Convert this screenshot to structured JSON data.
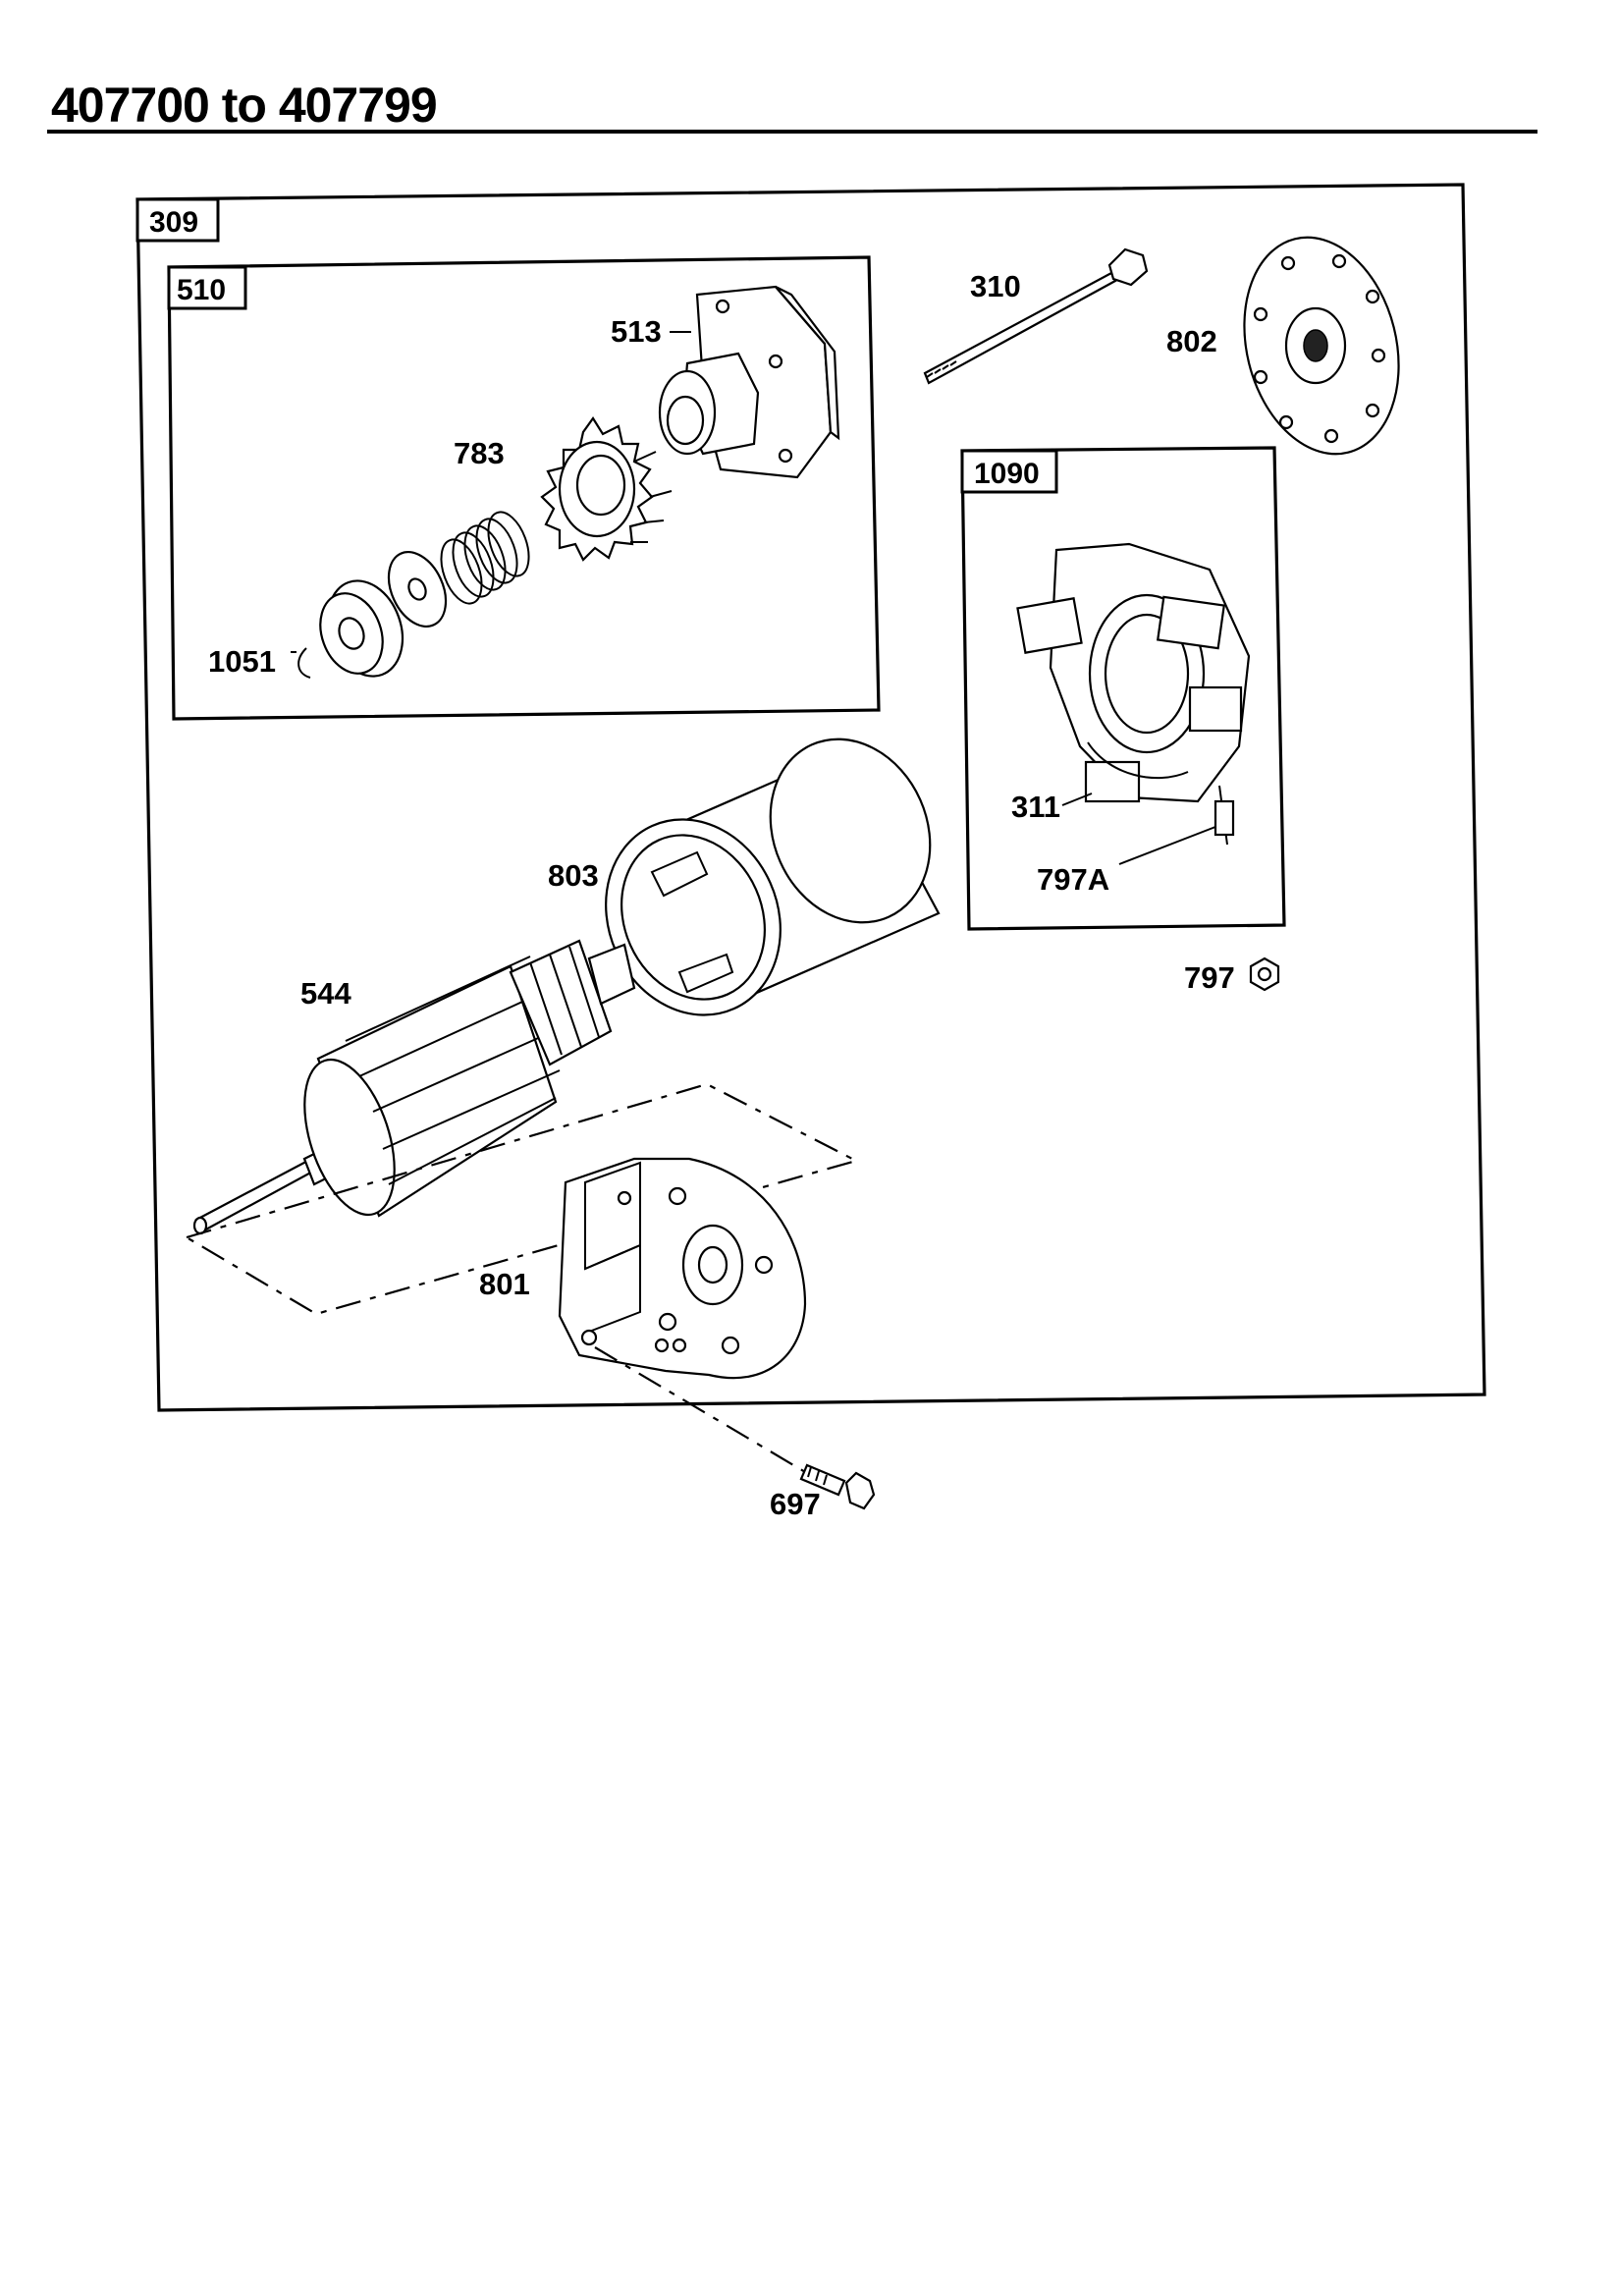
{
  "header": {
    "title": "407700 to 407799"
  },
  "boxes": {
    "outer": "309",
    "drive": "510",
    "brush": "1090"
  },
  "parts": {
    "p513": "513",
    "p783": "783",
    "p1051": "1051",
    "p310": "310",
    "p802": "802",
    "p311": "311",
    "p797A": "797A",
    "p797": "797",
    "p803": "803",
    "p544": "544",
    "p801": "801",
    "p697": "697"
  }
}
